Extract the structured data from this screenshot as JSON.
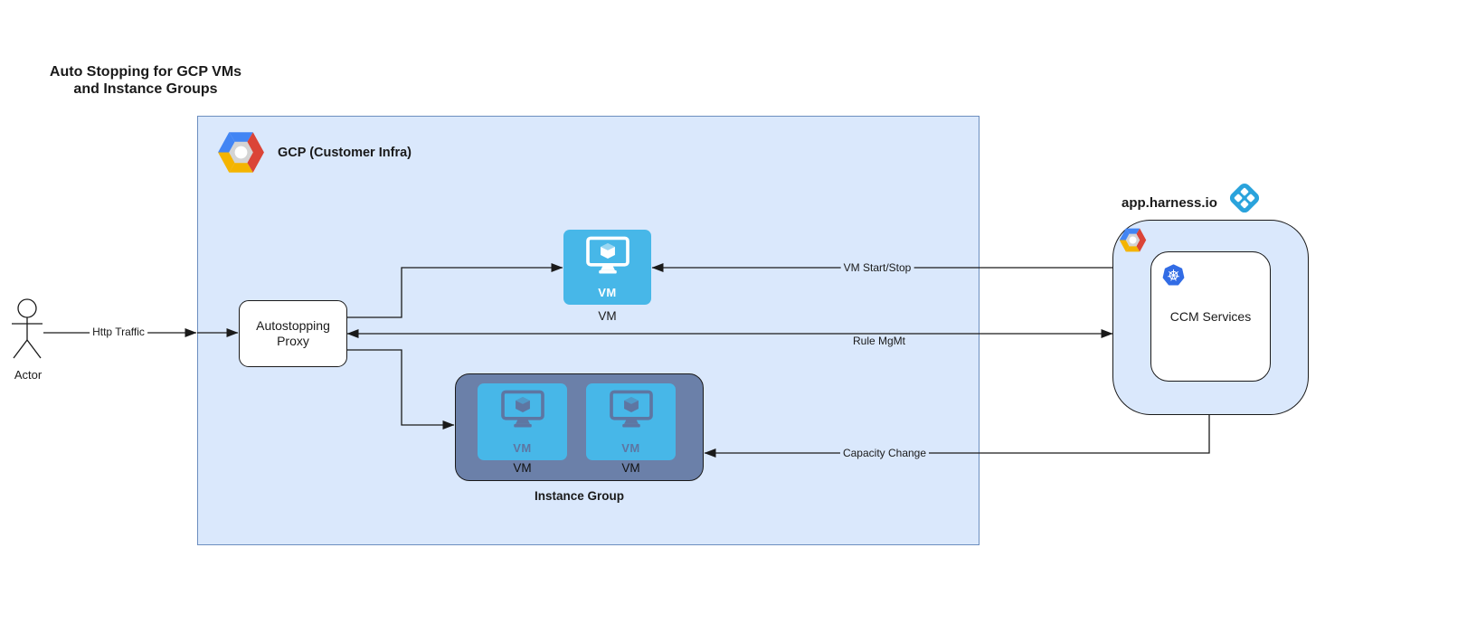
{
  "page": {
    "title": "Auto Stopping for GCP VMs\nand Instance Groups"
  },
  "actor": {
    "label": "Actor"
  },
  "edges": {
    "http_traffic": {
      "label": "Http Traffic"
    },
    "vm_start_stop": {
      "label": "VM Start/Stop"
    },
    "rule_mgmt": {
      "label": "Rule MgMt"
    },
    "capacity_change": {
      "label": "Capacity Change"
    }
  },
  "gcp": {
    "label": "GCP (Customer Infra)",
    "logo": "gcp-hexagon-logo",
    "proxy": {
      "label": "Autostopping\nProxy"
    },
    "vm": {
      "icon": "compute-vm-icon",
      "icon_text": "VM",
      "label": "VM"
    },
    "instance_group": {
      "label": "Instance Group",
      "vms": [
        {
          "icon": "compute-vm-icon",
          "icon_text": "VM",
          "label": "VM"
        },
        {
          "icon": "compute-vm-icon",
          "icon_text": "VM",
          "label": "VM"
        }
      ]
    }
  },
  "harness": {
    "label": "app.harness.io",
    "logo": "harness-logo",
    "gcp_logo": "gcp-hexagon-logo",
    "ccm": {
      "icon": "kubernetes-icon",
      "label": "CCM Services"
    }
  },
  "colors": {
    "container_fill": "#dae8fc",
    "container_border": "#6c8ebf",
    "vm_blue": "#47b7e8",
    "instance_group_fill": "#6b80a9",
    "kubernetes_blue": "#326ce5",
    "harness_logo_blue": "#2aa3dc",
    "gcp_logo_blue": "#4285f4",
    "gcp_logo_red": "#db4437",
    "gcp_logo_yellow": "#f4b400",
    "line_color": "#1a1a1a"
  }
}
